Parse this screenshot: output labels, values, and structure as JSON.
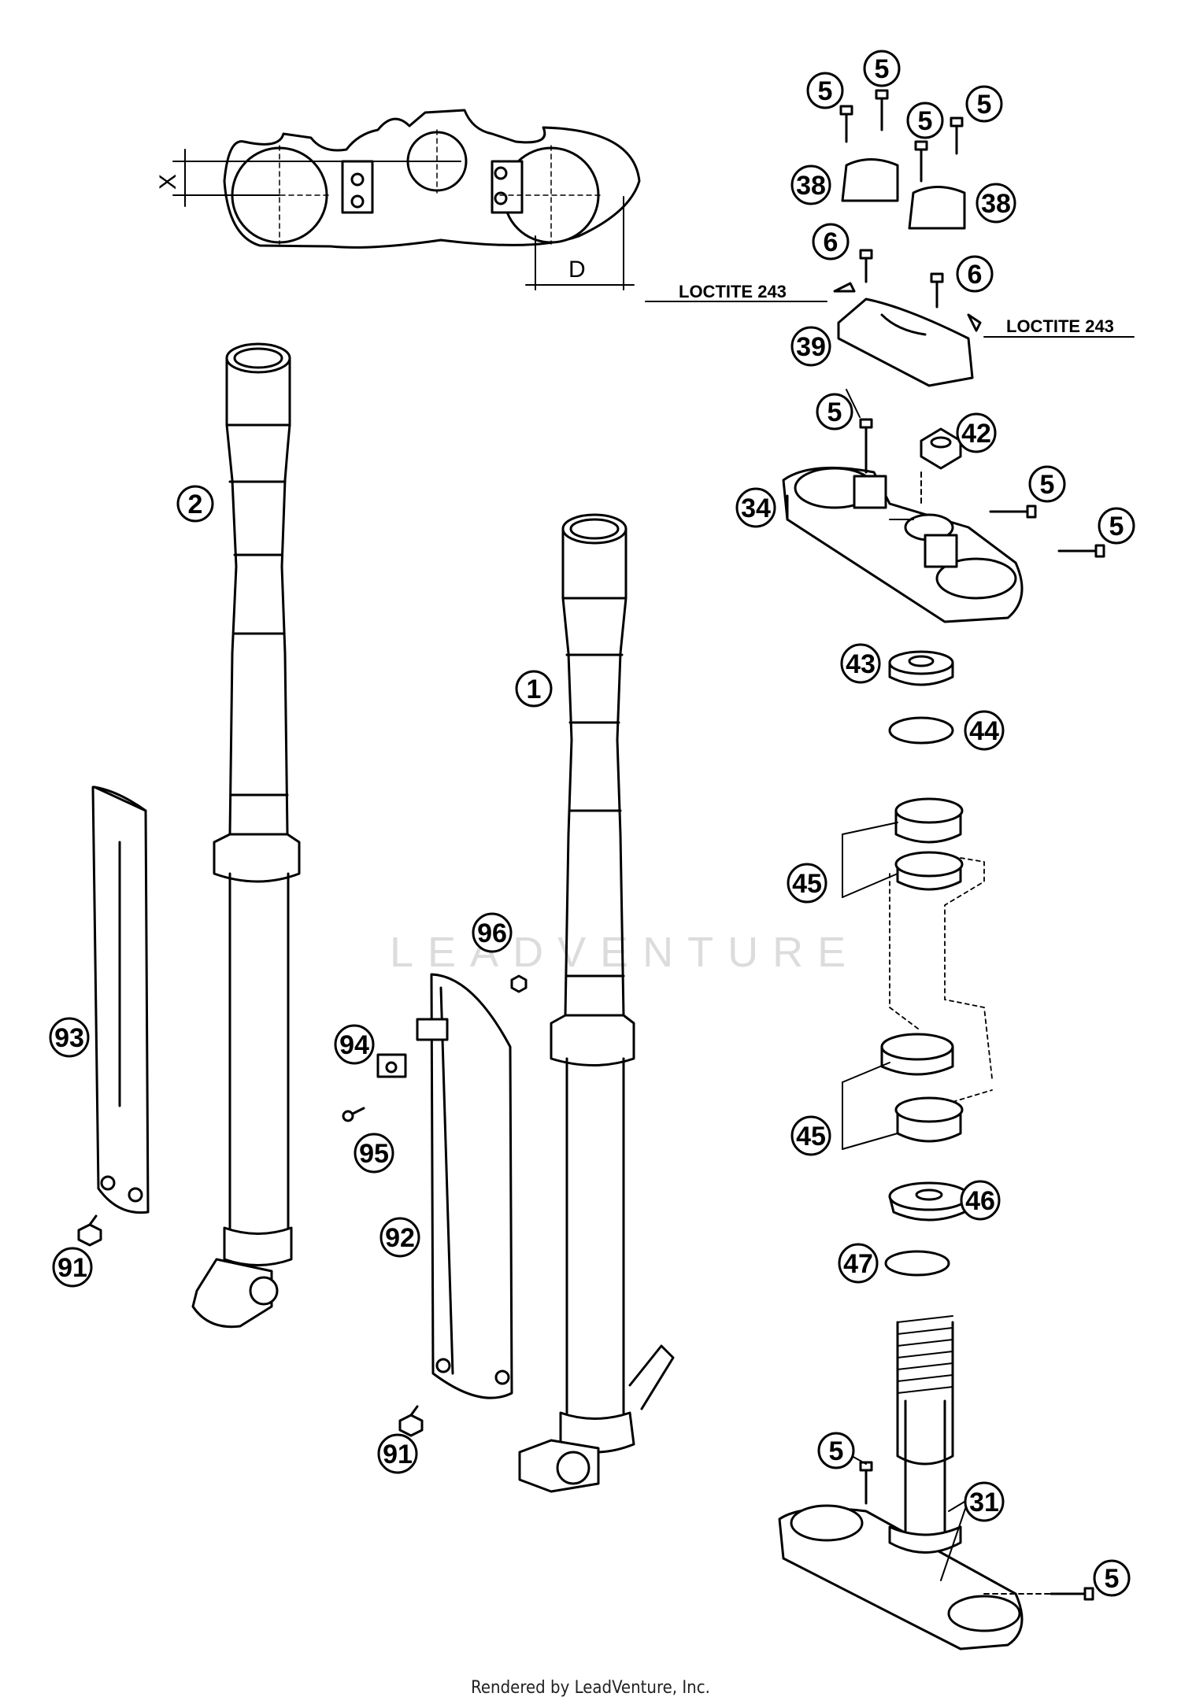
{
  "diagram": {
    "dimension_labels": {
      "x": "X",
      "d": "D"
    },
    "loctite_label": "LOCTITE 243",
    "watermark": "LEADVENTURE",
    "footer": "Rendered by LeadVenture, Inc.",
    "callouts": [
      {
        "id": "c-5a",
        "label": "5"
      },
      {
        "id": "c-5b",
        "label": "5"
      },
      {
        "id": "c-5c",
        "label": "5"
      },
      {
        "id": "c-5d",
        "label": "5"
      },
      {
        "id": "c-38a",
        "label": "38"
      },
      {
        "id": "c-38b",
        "label": "38"
      },
      {
        "id": "c-6a",
        "label": "6"
      },
      {
        "id": "c-6b",
        "label": "6"
      },
      {
        "id": "c-39",
        "label": "39"
      },
      {
        "id": "c-5e",
        "label": "5"
      },
      {
        "id": "c-42",
        "label": "42"
      },
      {
        "id": "c-34",
        "label": "34"
      },
      {
        "id": "c-5f",
        "label": "5"
      },
      {
        "id": "c-5g",
        "label": "5"
      },
      {
        "id": "c-2",
        "label": "2"
      },
      {
        "id": "c-1",
        "label": "1"
      },
      {
        "id": "c-43",
        "label": "43"
      },
      {
        "id": "c-44",
        "label": "44"
      },
      {
        "id": "c-45a",
        "label": "45"
      },
      {
        "id": "c-45b",
        "label": "45"
      },
      {
        "id": "c-96",
        "label": "96"
      },
      {
        "id": "c-93",
        "label": "93"
      },
      {
        "id": "c-94",
        "label": "94"
      },
      {
        "id": "c-95",
        "label": "95"
      },
      {
        "id": "c-46",
        "label": "46"
      },
      {
        "id": "c-47",
        "label": "47"
      },
      {
        "id": "c-92",
        "label": "92"
      },
      {
        "id": "c-91a",
        "label": "91"
      },
      {
        "id": "c-91b",
        "label": "91"
      },
      {
        "id": "c-5h",
        "label": "5"
      },
      {
        "id": "c-31",
        "label": "31"
      },
      {
        "id": "c-5i",
        "label": "5"
      }
    ]
  }
}
